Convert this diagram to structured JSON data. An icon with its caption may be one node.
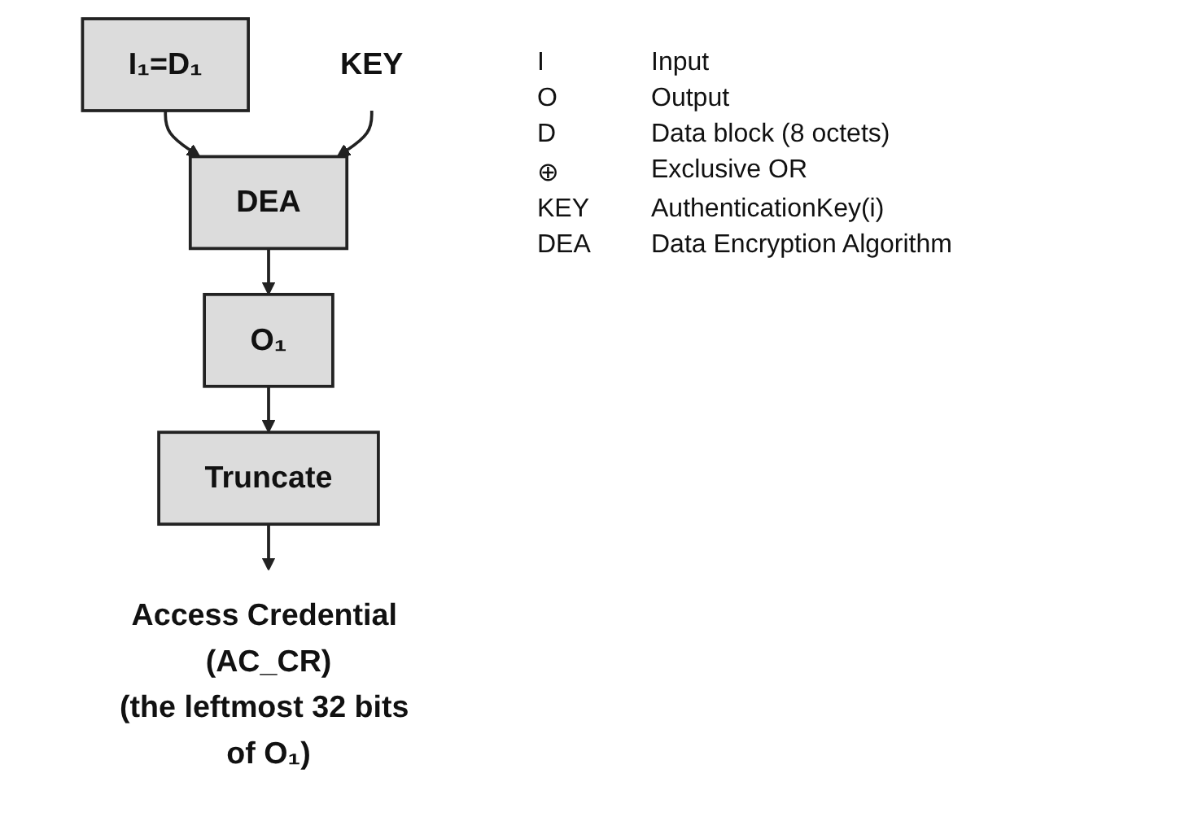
{
  "diagram": {
    "nodes": [
      {
        "text": [
          "I₁=D₁"
        ]
      },
      {
        "text": [
          "KEY"
        ]
      },
      {
        "text": [
          "DEA"
        ]
      },
      {
        "text": [
          "O₁"
        ]
      },
      {
        "text": [
          "Truncate"
        ]
      },
      {
        "text": [
          "Access Credential (AC_CR)",
          "(the leftmost 32 bits of O₁)"
        ]
      }
    ],
    "edges": [
      {
        "from": 0,
        "to": 2,
        "arrow": "to"
      },
      {
        "from": 1,
        "to": 2,
        "arrow": "to"
      },
      {
        "from": 2,
        "to": 3,
        "arrow": "to"
      },
      {
        "from": 3,
        "to": 4,
        "arrow": "to"
      },
      {
        "from": 4,
        "to": 5,
        "arrow": "to"
      }
    ],
    "labels": [
      "I",
      "Input",
      "O",
      "Output",
      "D",
      "Data block (8 octets)",
      "⊕",
      "Exclusive OR",
      "KEY",
      "AuthenticationKey(i)",
      "DEA",
      "Data Encryption Algorithm"
    ]
  }
}
